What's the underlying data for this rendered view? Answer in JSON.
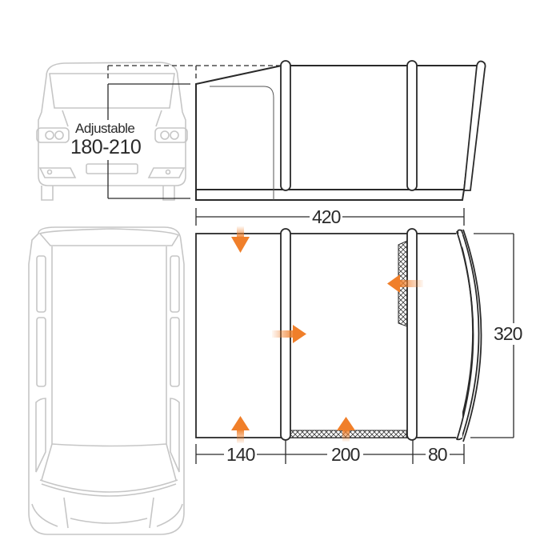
{
  "diagram": {
    "subject": "Drive-away awning attached to van — front elevation and plan view",
    "colors": {
      "outline": "#2a2a2a",
      "vehicle_outline": "#c8c8c8",
      "arrow": "#f07f2a",
      "background": "#ffffff"
    },
    "front_view": {
      "height_label": "Adjustable",
      "height_range": "180-210"
    },
    "plan_view": {
      "total_length": "420",
      "depth": "320",
      "sections": [
        {
          "id": "section-1",
          "width": "140"
        },
        {
          "id": "section-2",
          "width": "200"
        },
        {
          "id": "section-3",
          "width": "80"
        }
      ],
      "door_arrows": [
        {
          "position": "top-left",
          "direction": "down"
        },
        {
          "position": "bottom-left",
          "direction": "up"
        },
        {
          "position": "middle-pole",
          "direction": "right"
        },
        {
          "position": "right-mesh",
          "direction": "left"
        },
        {
          "position": "bottom-mesh",
          "direction": "up"
        }
      ],
      "units": "cm"
    }
  }
}
